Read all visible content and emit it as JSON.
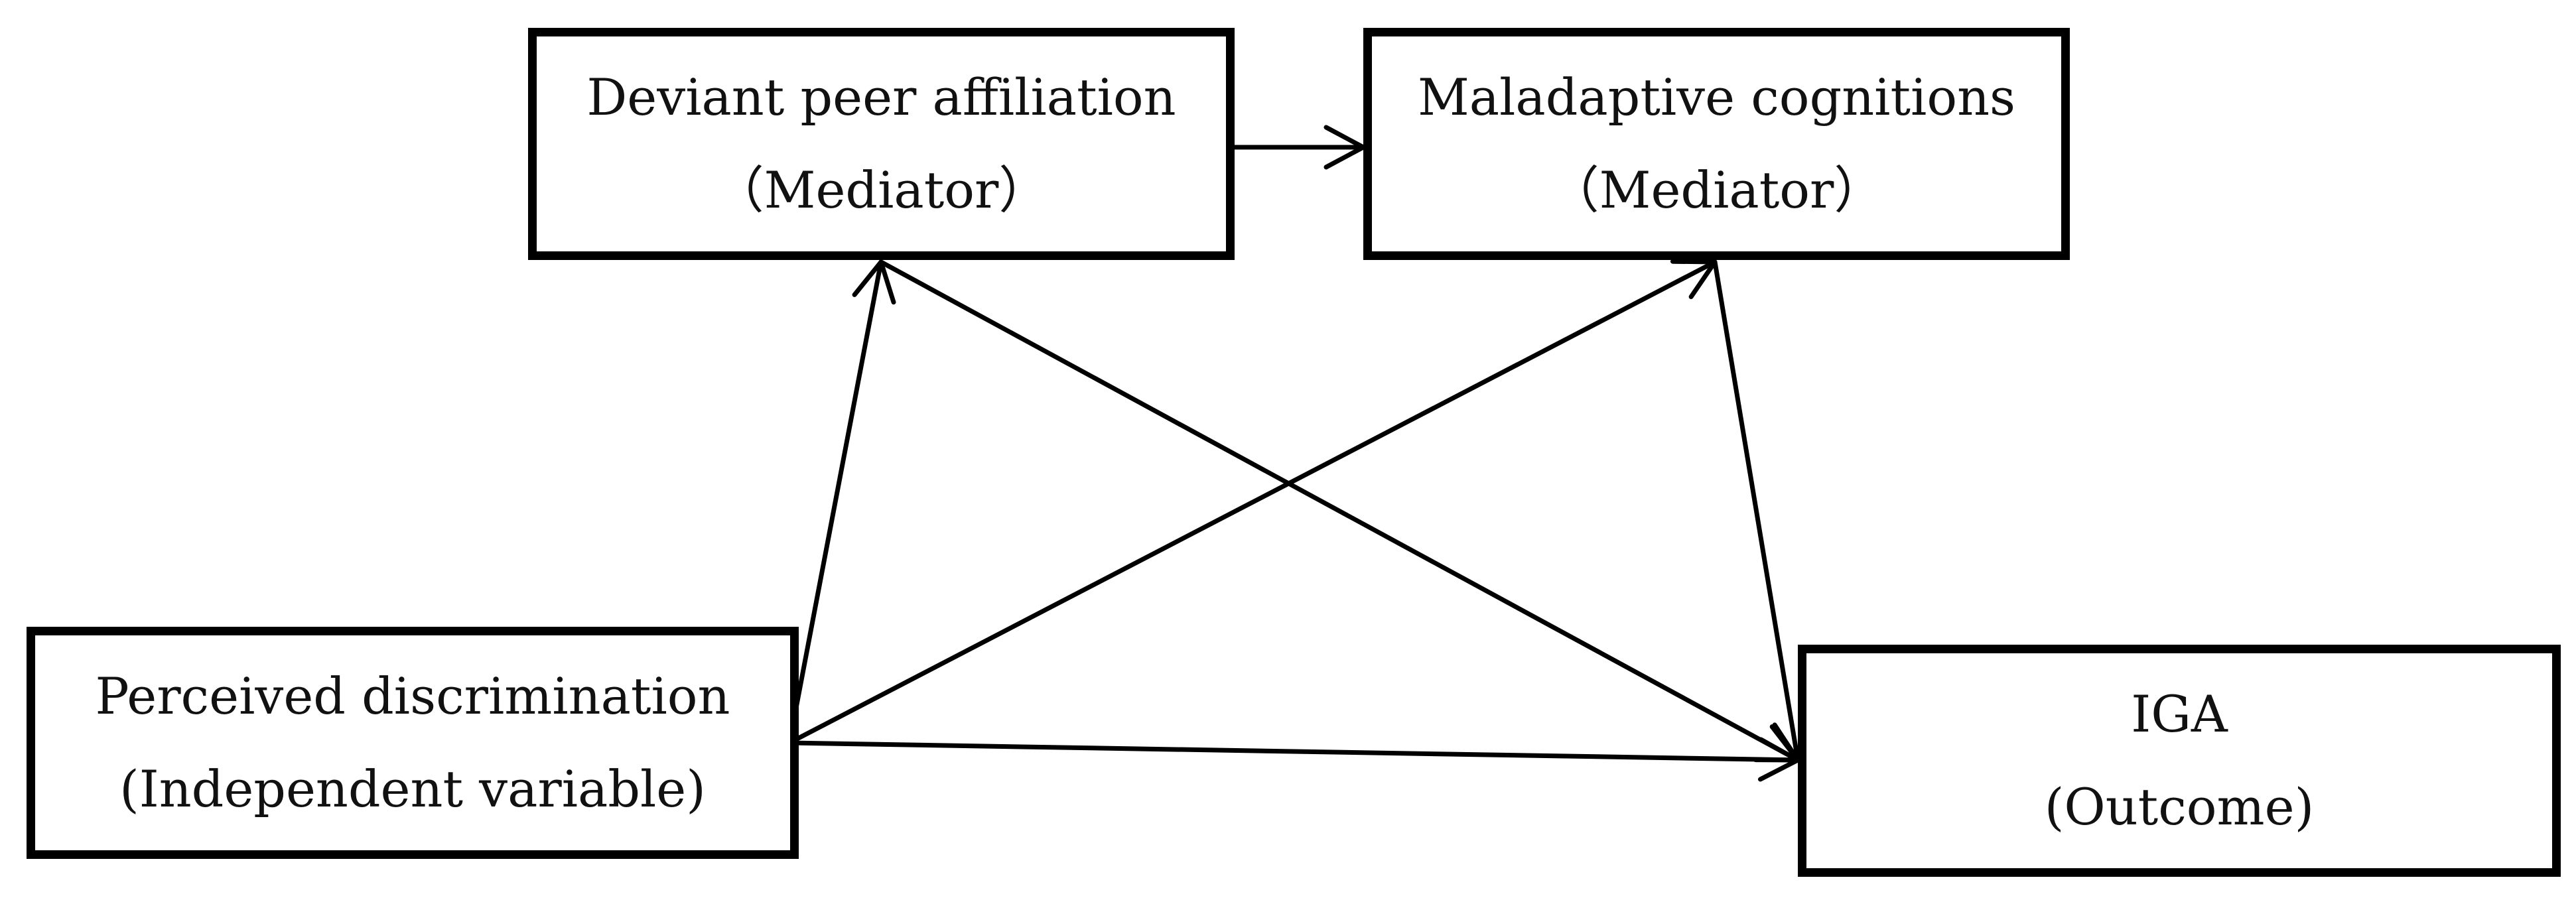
{
  "diagram": {
    "nodes": {
      "peer": {
        "title": "Deviant peer affiliation",
        "role": "（Mediator）"
      },
      "cognitions": {
        "title": "Maladaptive cognitions",
        "role": "（Mediator）"
      },
      "discrimination": {
        "title": "Perceived discrimination",
        "role": "(Independent variable)"
      },
      "iga": {
        "title": "IGA",
        "role": "(Outcome)"
      }
    },
    "edges": [
      {
        "from": "peer",
        "to": "cognitions"
      },
      {
        "from": "discrimination",
        "to": "peer"
      },
      {
        "from": "discrimination",
        "to": "cognitions"
      },
      {
        "from": "discrimination",
        "to": "iga"
      },
      {
        "from": "peer",
        "to": "iga"
      },
      {
        "from": "cognitions",
        "to": "iga"
      }
    ],
    "colors": {
      "stroke": "#000000",
      "text": "#111111",
      "background": "#ffffff"
    }
  }
}
